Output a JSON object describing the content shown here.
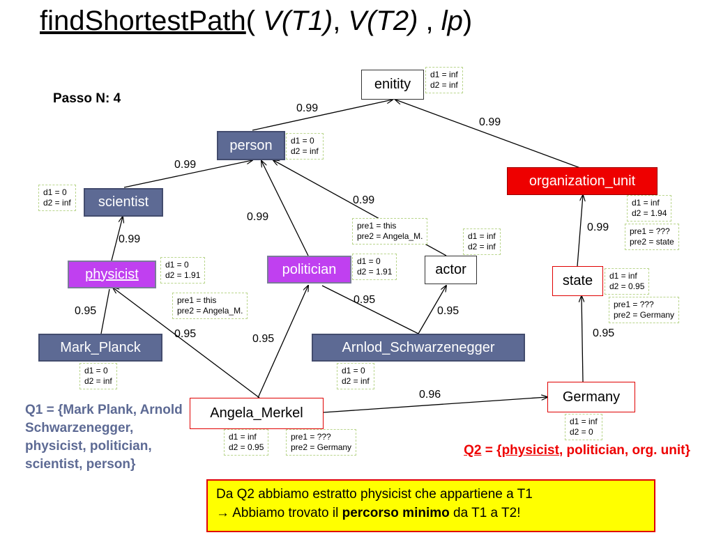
{
  "title": {
    "function": "findShortestPath",
    "open": "( ",
    "arg1": "V(T1)",
    "sep1": ", ",
    "arg2": "V(T2)",
    "sep2": " , ",
    "arg3": "lp",
    "close": ")"
  },
  "step_label": "Passo N: 4",
  "nodes": {
    "enitity": "enitity",
    "person": "person",
    "organization_unit": "organization_unit",
    "scientist": "scientist",
    "physicist": "physicist",
    "politician": "politician",
    "actor": "actor",
    "state": "state",
    "mark_planck": "Mark_Planck",
    "arnlod": "Arnlod_Schwarzenegger",
    "angela": "Angela_Merkel",
    "germany": "Germany"
  },
  "distances": {
    "enitity": [
      "d1 = inf",
      "d2 = inf"
    ],
    "person": [
      "d1 = 0",
      "d2 = inf"
    ],
    "scientist": [
      "d1 = 0",
      "d2 = inf"
    ],
    "organization_unit": [
      "d1 = inf",
      "d2 = 1.94"
    ],
    "organization_unit_pre": [
      "pre1 = ???",
      "pre2 = state"
    ],
    "actor_pre": [
      "pre1 = this",
      "pre2 = Angela_M."
    ],
    "actor": [
      "d1 = inf",
      "d2 = inf"
    ],
    "politician": [
      "d1 = 0",
      "d2 = 1.91"
    ],
    "physicist": [
      "d1 = 0",
      "d2 = 1.91"
    ],
    "physicist_pre": [
      "pre1 = this",
      "pre2 = Angela_M."
    ],
    "state": [
      "d1 = inf",
      "d2 = 0.95"
    ],
    "state_pre": [
      "pre1 = ???",
      "pre2 = Germany"
    ],
    "mark_planck": [
      "d1 = 0",
      "d2 = inf"
    ],
    "arnlod": [
      "d1 = 0",
      "d2 = inf"
    ],
    "germany": [
      "d1 = inf",
      "d2 = 0"
    ],
    "angela": [
      "d1 = inf",
      "d2 = 0.95"
    ],
    "angela_pre": [
      "pre1 = ???",
      "pre2 = Germany"
    ]
  },
  "weights": {
    "person_enitity": "0.99",
    "org_enitity": "0.99",
    "scientist_person": "0.99",
    "politician_person": "0.99",
    "actor_person": "0.99",
    "physicist_scientist": "0.99",
    "state_org": "0.99",
    "mark_physicist": "0.95",
    "angela_physicist": "0.95",
    "angela_politician": "0.95",
    "arnlod_politician": "0.95",
    "arnlod_actor": "0.95",
    "germany_state": "0.95",
    "angela_germany": "0.96"
  },
  "q1": "Q1 = {Mark Plank, Arnold Schwarzenegger, physicist, politician, scientist, person}",
  "q2": {
    "label": "Q2",
    "eq": " = {",
    "physicist": "physicist",
    "rest": ", politician, org.  unit}"
  },
  "note": {
    "line1": "Da Q2 abbiamo estratto physicist che appartiene a T1",
    "arrow": "→",
    "line2_pre": " Abbiamo trovato il ",
    "line2_bold": "percorso minimo",
    "line2_post": " da T1 a T2!"
  }
}
